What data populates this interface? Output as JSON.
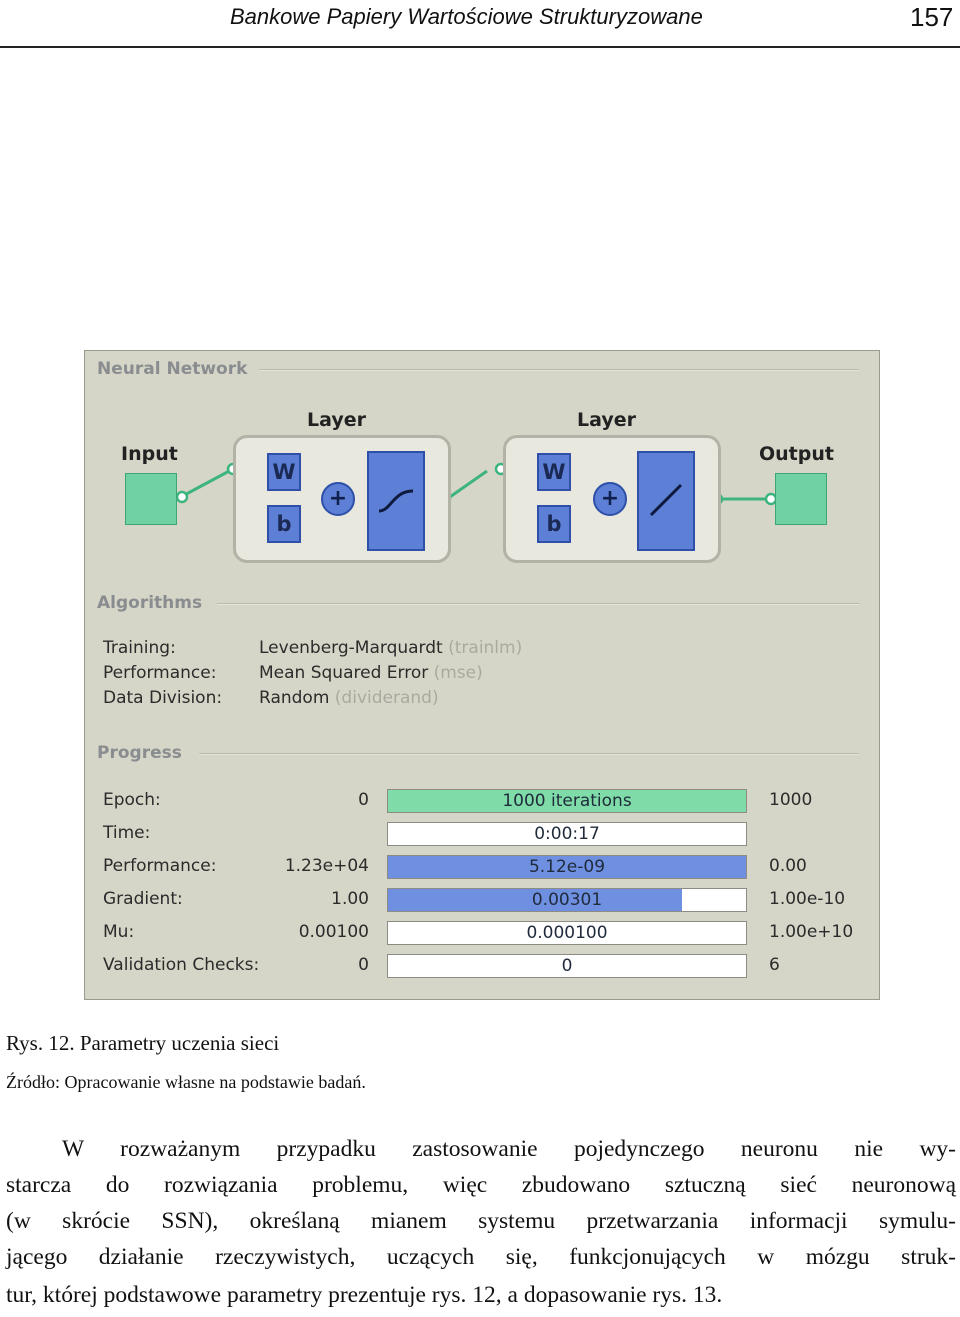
{
  "header": {
    "title": "Bankowe Papiery Wartościowe Strukturyzowane",
    "page_number": "157"
  },
  "figure": {
    "network": {
      "group_label": "Neural Network",
      "input_label": "Input",
      "output_label": "Output",
      "layer1_label": "Layer",
      "layer2_label": "Layer",
      "w_label": "W",
      "b_label": "b",
      "sum_symbol": "+"
    },
    "algorithms": {
      "group_label": "Algorithms",
      "rows": [
        {
          "label": "Training:",
          "value": "Levenberg-Marquardt",
          "code": "(trainlm)"
        },
        {
          "label": "Performance:",
          "value": "Mean Squared Error",
          "code": "(mse)"
        },
        {
          "label": "Data Division:",
          "value": "Random",
          "code": "(dividerand)"
        }
      ]
    },
    "progress": {
      "group_label": "Progress",
      "rows": [
        {
          "label": "Epoch:",
          "start": "0",
          "bar_text": "1000 iterations",
          "end": "1000",
          "fill": 1.0,
          "fill_color": "#7fdca8"
        },
        {
          "label": "Time:",
          "start": "",
          "bar_text": "0:00:17",
          "end": "",
          "fill": 0.0,
          "fill_color": "#ffffff"
        },
        {
          "label": "Performance:",
          "start": "1.23e+04",
          "bar_text": "5.12e-09",
          "end": "0.00",
          "fill": 1.0,
          "fill_color": "#6f8fe0"
        },
        {
          "label": "Gradient:",
          "start": "1.00",
          "bar_text": "0.00301",
          "end": "1.00e-10",
          "fill": 0.82,
          "fill_color": "#6f8fe0"
        },
        {
          "label": "Mu:",
          "start": "0.00100",
          "bar_text": "0.000100",
          "end": "1.00e+10",
          "fill": 0.0,
          "fill_color": "#ffffff"
        },
        {
          "label": "Validation Checks:",
          "start": "0",
          "bar_text": "0",
          "end": "6",
          "fill": 0.0,
          "fill_color": "#ffffff"
        }
      ]
    },
    "caption": "Rys. 12. Parametry uczenia sieci",
    "source": "Źródło:  Opracowanie własne na podstawie badań."
  },
  "paragraph": {
    "lines": [
      "W rozważanym przypadku zastosowanie pojedynczego neuronu nie wy-",
      "starcza do rozwiązania problemu, więc zbudowano sztuczną sieć neuronową",
      "(w skrócie SSN), określaną mianem systemu przetwarzania informacji symulu-",
      "jącego działanie rzeczywistych, uczących się, funkcjonujących w mózgu struk-",
      "tur, której podstawowe parametry prezentuje rys. 12, a dopasowanie rys. 13."
    ]
  }
}
